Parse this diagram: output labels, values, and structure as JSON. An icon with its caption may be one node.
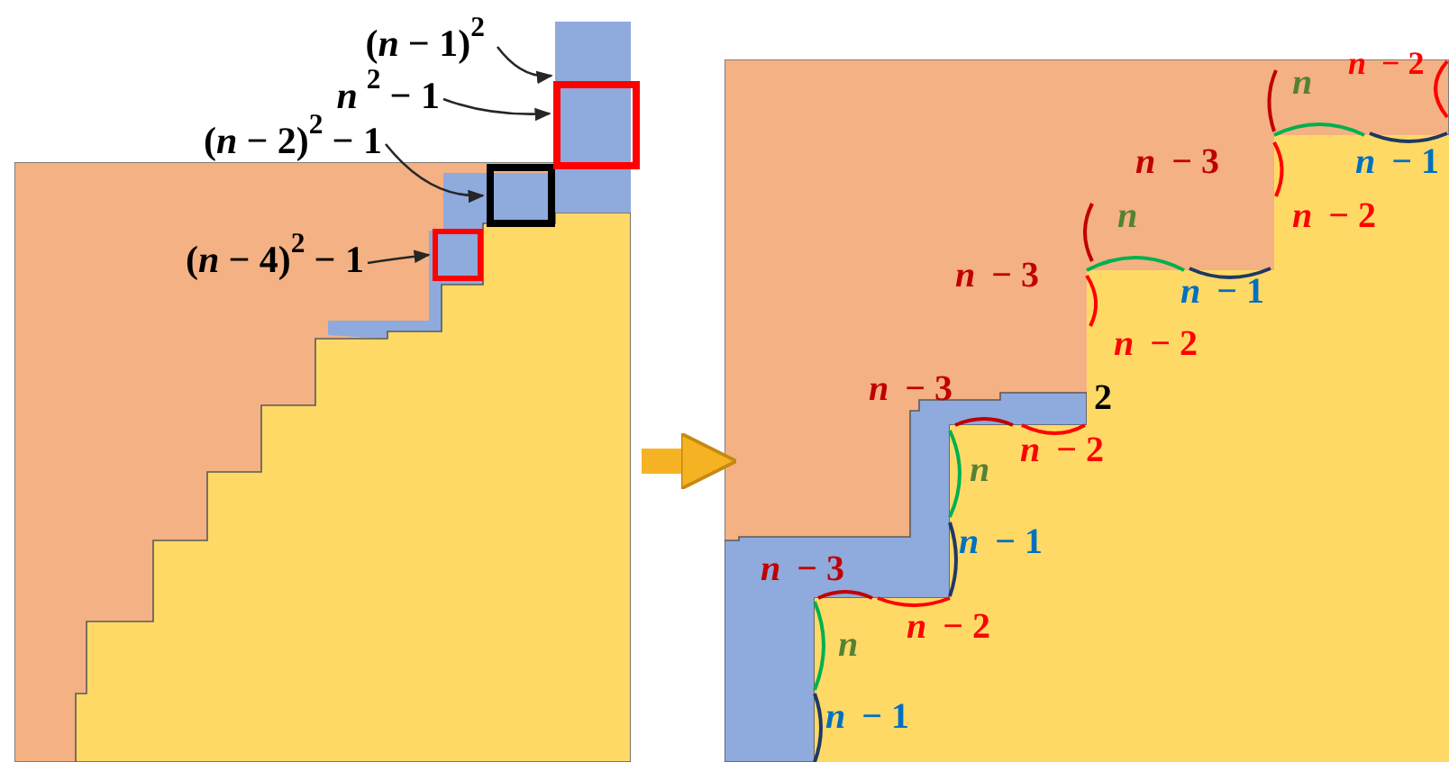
{
  "diagram": {
    "nodes": [
      {
        "text": [
          "(*n* − 1)$^{2}$"
        ]
      },
      {
        "text": [
          "*n*$^{2}$ − 1"
        ]
      },
      {
        "text": [
          "(*n* − 2)$^{2}$ − 1"
        ]
      },
      {
        "text": [],
        "shape": "picture"
      },
      {
        "text": [
          "(*n* − 4)$^{2}$ − 1"
        ],
        "in": 3
      },
      {
        "text": [],
        "shape": "bar"
      },
      {
        "text": [],
        "shape": "box"
      },
      {
        "text": [],
        "shape": "box",
        "in": 3
      },
      {
        "text": [],
        "shape": "box",
        "in": 3
      },
      {
        "text": [],
        "shape": "picture"
      }
    ],
    "edges": [
      {
        "from": 0,
        "to": 5,
        "arrow": "to"
      },
      {
        "from": 1,
        "to": 6,
        "arrow": "to"
      },
      {
        "from": 2,
        "to": 7,
        "arrow": "to"
      },
      {
        "from": 4,
        "to": 8,
        "arrow": "to"
      },
      {
        "from": 3,
        "to": 9,
        "arrow": "to",
        "style": "thick",
        "color": "#f5b324"
      }
    ],
    "labels": [
      "*n*",
      "*n* − 2",
      "*n* − 1",
      "*n* − 3",
      "*n* − 2",
      "*n*",
      "*n* − 3",
      "*n* − 1",
      "*n* − 2",
      "*n* − 3",
      "2",
      "*n* − 2",
      "*n*",
      "*n* − 1",
      "*n* − 3",
      "*n* − 2",
      "*n*",
      "*n* − 1"
    ]
  }
}
